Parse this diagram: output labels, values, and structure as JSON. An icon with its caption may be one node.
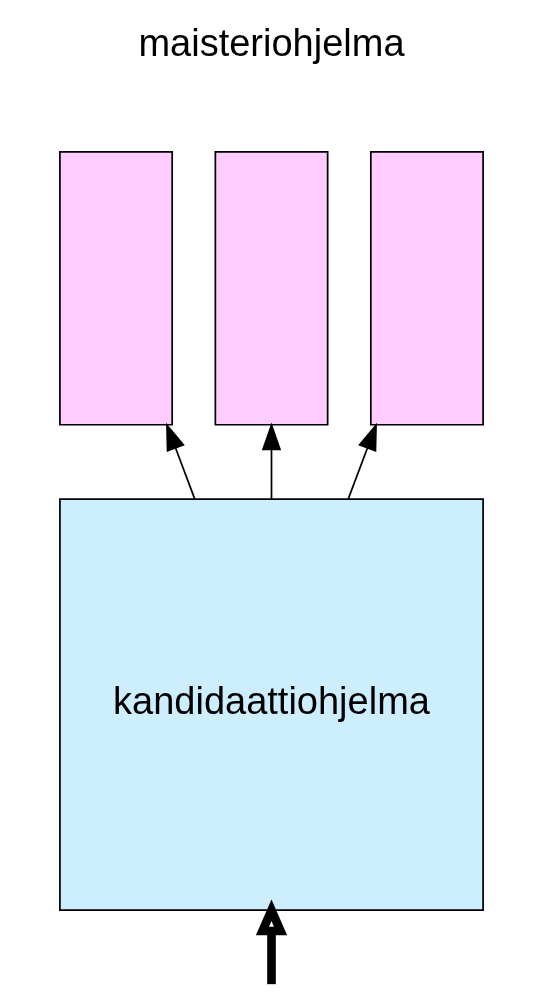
{
  "diagram": {
    "nodes": [
      {
        "text": [],
        "shape": "box"
      },
      {
        "text": [],
        "shape": "box"
      },
      {
        "text": [],
        "shape": "box"
      },
      {
        "text": [
          "kandidaattiohjelma"
        ]
      }
    ],
    "edges": [
      {
        "from": 3,
        "to": 0,
        "arrow": "to"
      },
      {
        "from": 3,
        "to": 1,
        "arrow": "to"
      },
      {
        "from": 3,
        "to": 2,
        "arrow": "to"
      },
      {
        "from": null,
        "to": 3,
        "arrow": "to",
        "style": "thick"
      }
    ],
    "labels": [
      "maisteriohjelma"
    ]
  }
}
